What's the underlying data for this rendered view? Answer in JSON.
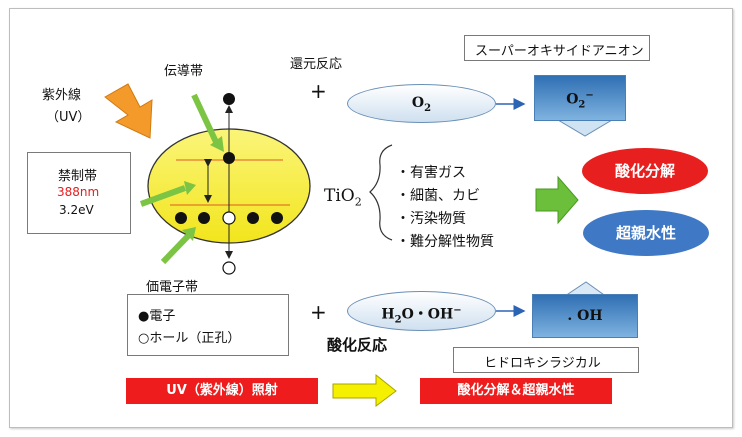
{
  "labels": {
    "uv_title": "紫外線",
    "uv_paren": "（UV）",
    "conduction_band": "伝導帯",
    "reduction": "還元反応",
    "valence_band": "価電子帯",
    "oxidation": "酸化反応",
    "plus": "+",
    "tio2": "TiO",
    "tio2_sub": "2"
  },
  "bandgap_box": {
    "title": "禁制帯",
    "wavelength": "388nm",
    "energy": "3.2eV"
  },
  "legend_box": {
    "electron": "●電子",
    "hole": "○ホール（正孔）"
  },
  "targets": [
    "・有害ガス",
    "・細菌、カビ",
    "・汚染物質",
    "・難分解性物質"
  ],
  "results": {
    "decomposition": "酸化分解",
    "superhydrophilic": "超親水性"
  },
  "reactants": {
    "o2": "O",
    "o2_sub": "2",
    "o2minus": "O",
    "o2minus_sub": "2",
    "o2minus_sup": "−",
    "h2o_oh": "H",
    "h2o_oh_sub": "2",
    "h2o_oh_rest": "O・OH",
    "h2o_oh_sup": "−",
    "oh_radical": ". OH"
  },
  "species_labels": {
    "superoxide": "スーパーオキサイドアニオン",
    "hydroxyl": "ヒドロキシラジカル"
  },
  "bottom_flow": {
    "left": "UV（紫外線）照射",
    "right": "酸化分解＆超親水性"
  },
  "colors": {
    "ellipse_fill": "#f7ef3a",
    "green_arrow": "#7cc443",
    "orange_arrow": "#f39a2b",
    "red_pill": "#e81f1f",
    "blue_pill": "#3f78c4",
    "banner_red": "#ee1c1c",
    "yellow_arrow": "#f4f000"
  }
}
